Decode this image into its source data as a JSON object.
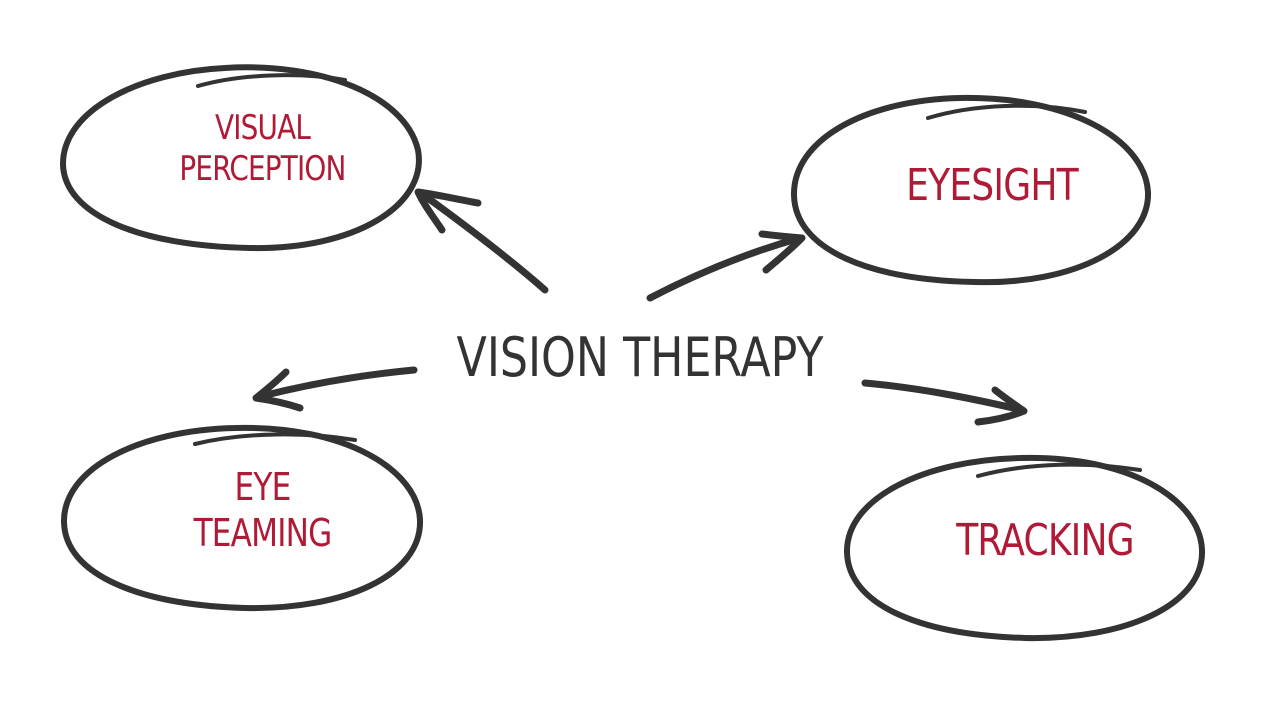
{
  "colors": {
    "ink": "#333333",
    "accent": "#b11a36",
    "background": "#ffffff"
  },
  "center": {
    "label": "VISION THERAPY"
  },
  "nodes": {
    "visual_perception": {
      "line1": "VISUAL",
      "line2": "PERCEPTION"
    },
    "eyesight": {
      "label": "EYESIGHT"
    },
    "eye_teaming": {
      "line1": "EYE",
      "line2": "TEAMING"
    },
    "tracking": {
      "label": "TRACKING"
    }
  }
}
